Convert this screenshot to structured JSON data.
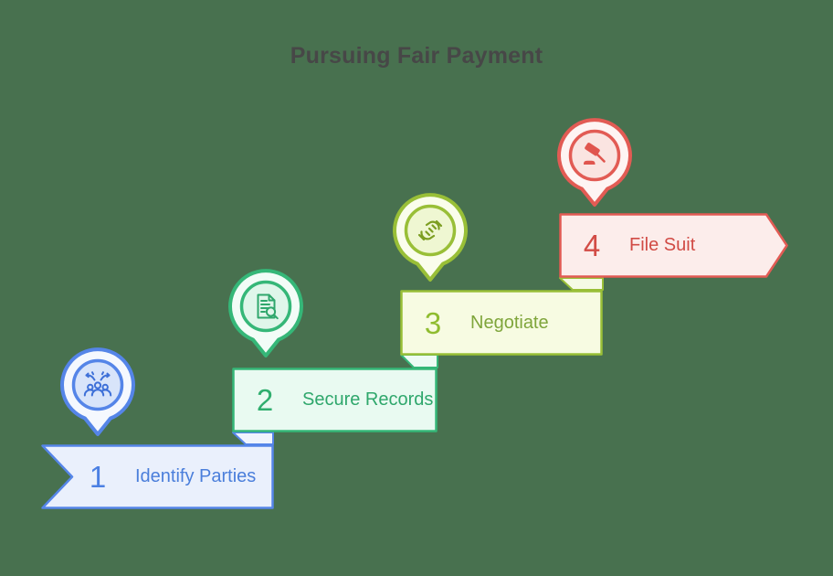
{
  "title": "Pursuing Fair Payment",
  "background_color": "#48714F",
  "title_color": "#474747",
  "steps": [
    {
      "number": "1",
      "label": "Identify Parties",
      "icon": "crowd-cheer-icon",
      "colors": {
        "accent": "#5585E8",
        "fill": "#EAF0FC",
        "num": "#4B80E3",
        "text": "#4A7EDB",
        "icon": "#3E70D8",
        "pin-outer": "#F5F8FE",
        "pin-inner": "#D8E4FA",
        "fold-fill": "#EFF4FD"
      }
    },
    {
      "number": "2",
      "label": "Secure Records",
      "icon": "document-search-icon",
      "colors": {
        "accent": "#35B778",
        "fill": "#E9FAF1",
        "num": "#2FAE6E",
        "text": "#2FA76C",
        "icon": "#2FA76C",
        "pin-outer": "#F2FCF7",
        "pin-inner": "#DFF6EA",
        "fold-fill": "#EDFBF4"
      }
    },
    {
      "number": "3",
      "label": "Negotiate",
      "icon": "handshake-icon",
      "colors": {
        "accent": "#99BF37",
        "fill": "#F7FBE2",
        "num": "#8FBC2F",
        "text": "#7FA53B",
        "icon": "#7C9E22",
        "pin-outer": "#FAFDEC",
        "pin-inner": "#EFF7D2",
        "fold-fill": "#F5FAE5"
      }
    },
    {
      "number": "4",
      "label": "File Suit",
      "icon": "gavel-icon",
      "colors": {
        "accent": "#E25B54",
        "fill": "#FCEDEB",
        "num": "#D24C46",
        "text": "#D14B45",
        "icon": "#E0554E",
        "pin-outer": "#FEF4F3",
        "pin-inner": "#FAE4E1",
        "fold-fill": "#FDF1EF"
      }
    }
  ]
}
